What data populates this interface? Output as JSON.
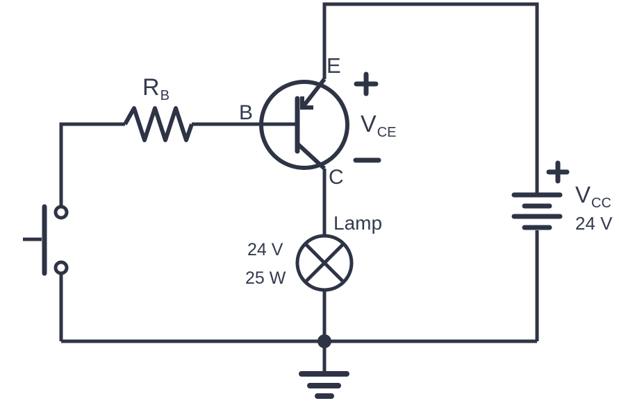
{
  "colors": {
    "ink": "#2e3446",
    "text": "#333a4e",
    "background": "#ffffff"
  },
  "resistor": {
    "label": "R",
    "sub": "B"
  },
  "transistor": {
    "base": "B",
    "emitter": "E",
    "collector": "C"
  },
  "vce": {
    "plus": "+",
    "label": "V",
    "sub": "CE",
    "minus": "−"
  },
  "lamp": {
    "name": "Lamp",
    "voltage": "24 V",
    "power": "25 W"
  },
  "supply": {
    "plus": "+",
    "label": "V",
    "sub": "CC",
    "voltage": "24 V"
  }
}
